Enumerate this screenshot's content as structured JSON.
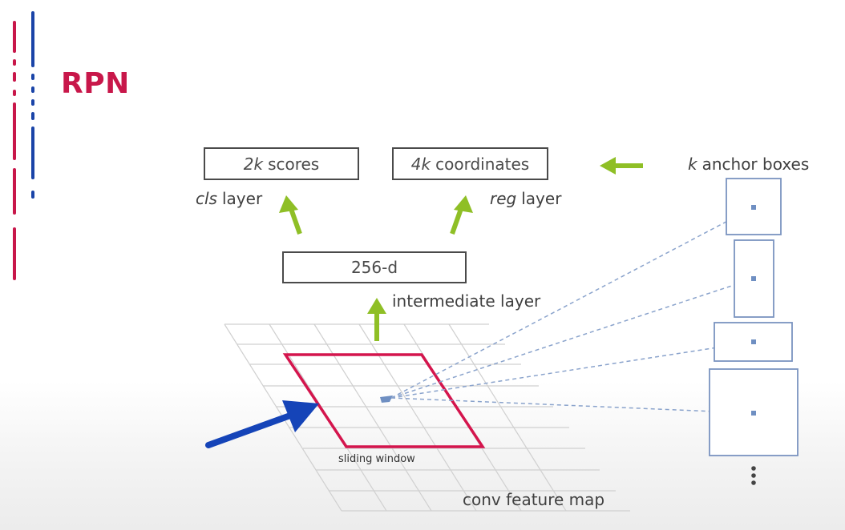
{
  "slide": {
    "title": "RPN"
  },
  "boxes": {
    "scores": {
      "italic": "2k",
      "text": "scores"
    },
    "coords": {
      "italic": "4k",
      "text": "coordinates"
    },
    "intermediate": {
      "text": "256-d"
    }
  },
  "labels": {
    "cls": {
      "italic": "cls",
      "text": "layer"
    },
    "reg": {
      "italic": "reg",
      "text": "layer"
    },
    "anchors": {
      "italic": "k",
      "text": "anchor boxes"
    },
    "intermediate_layer": "intermediate layer",
    "sliding_window": "sliding window",
    "feature_map": "conv feature map"
  },
  "colors": {
    "title": "#c8174a",
    "window": "#d4154d",
    "big_arrow": "#1544b8",
    "green_arrow": "#8fbf26",
    "anchor": "#6f8fc2",
    "grid": "#cfcfcf",
    "box_border": "#4a4a4a",
    "deco_red": "#c8174a",
    "deco_blue": "#1a44a8"
  }
}
